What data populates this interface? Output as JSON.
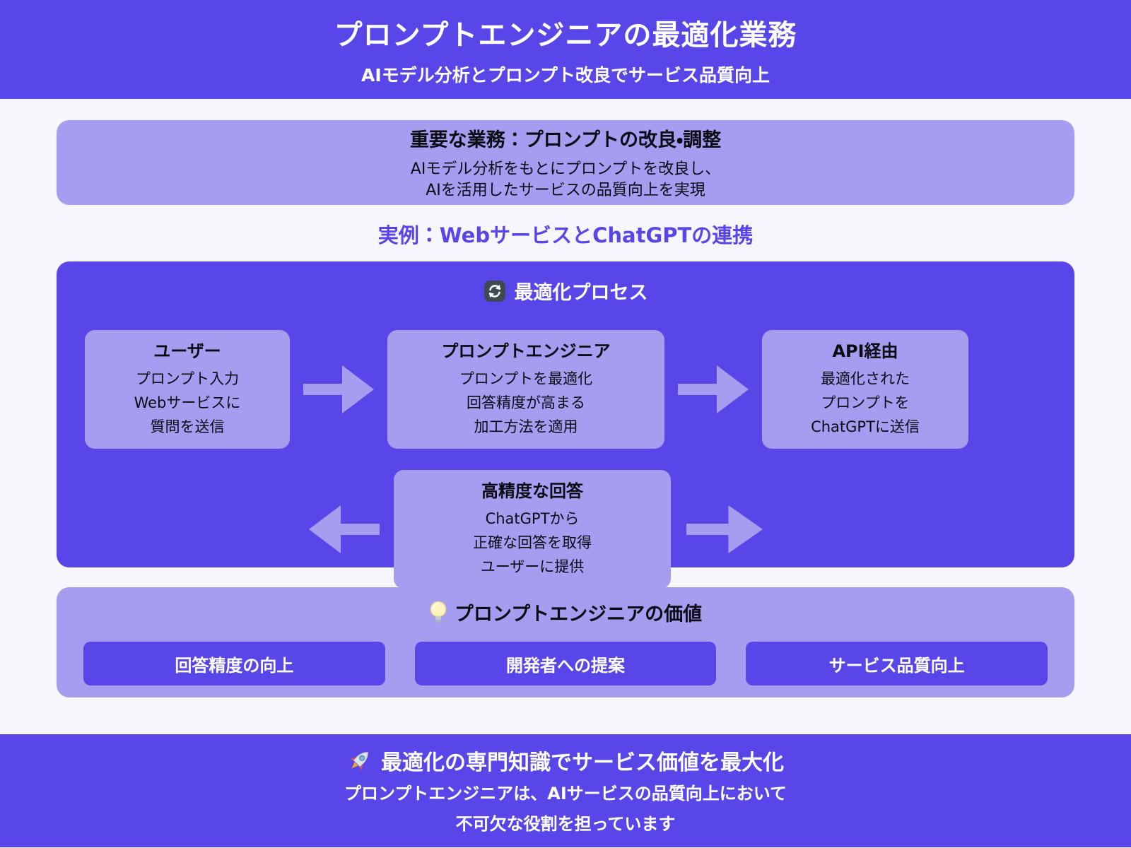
{
  "colors": {
    "primary_purple": "#5846E8",
    "light_purple": "#A49DF0",
    "page_background": "#F7F6FD",
    "text_dark": "#0B0B14",
    "text_white": "#FFFFFF"
  },
  "header": {
    "title": "プロンプトエンジニアの最適化業務",
    "subtitle": "AIモデル分析とプロンプト改良でサービス品質向上"
  },
  "important_box": {
    "title": "重要な業務：プロンプトの改良・調整",
    "line1": "AIモデル分析をもとにプロンプトを改良し、",
    "line2": "AIを活用したサービスの品質向上を実現"
  },
  "example_heading": "実例：WebサービスとChatGPTの連携",
  "process": {
    "icon": "refresh-icon",
    "title": "最適化プロセス",
    "cards": [
      {
        "title": "ユーザー",
        "lines": [
          "プロンプト入力",
          "Webサービスに",
          "質問を送信"
        ]
      },
      {
        "title": "プロンプトエンジニア",
        "lines": [
          "プロンプトを最適化",
          "回答精度が高まる",
          "加工方法を適用"
        ]
      },
      {
        "title": "API経由",
        "lines": [
          "最適化された",
          "プロンプトを",
          "ChatGPTに送信"
        ]
      },
      {
        "title": "高精度な回答",
        "lines": [
          "ChatGPTから",
          "正確な回答を取得",
          "ユーザーに提供"
        ]
      }
    ]
  },
  "value_section": {
    "icon": "lightbulb-icon",
    "title": "プロンプトエンジニアの価値",
    "items": [
      "回答精度の向上",
      "開発者への提案",
      "サービス品質向上"
    ]
  },
  "footer": {
    "icon": "rocket-icon",
    "title": "最適化の専門知識でサービス価値を最大化",
    "line1": "プロンプトエンジニアは、AIサービスの品質向上において",
    "line2": "不可欠な役割を担っています"
  }
}
